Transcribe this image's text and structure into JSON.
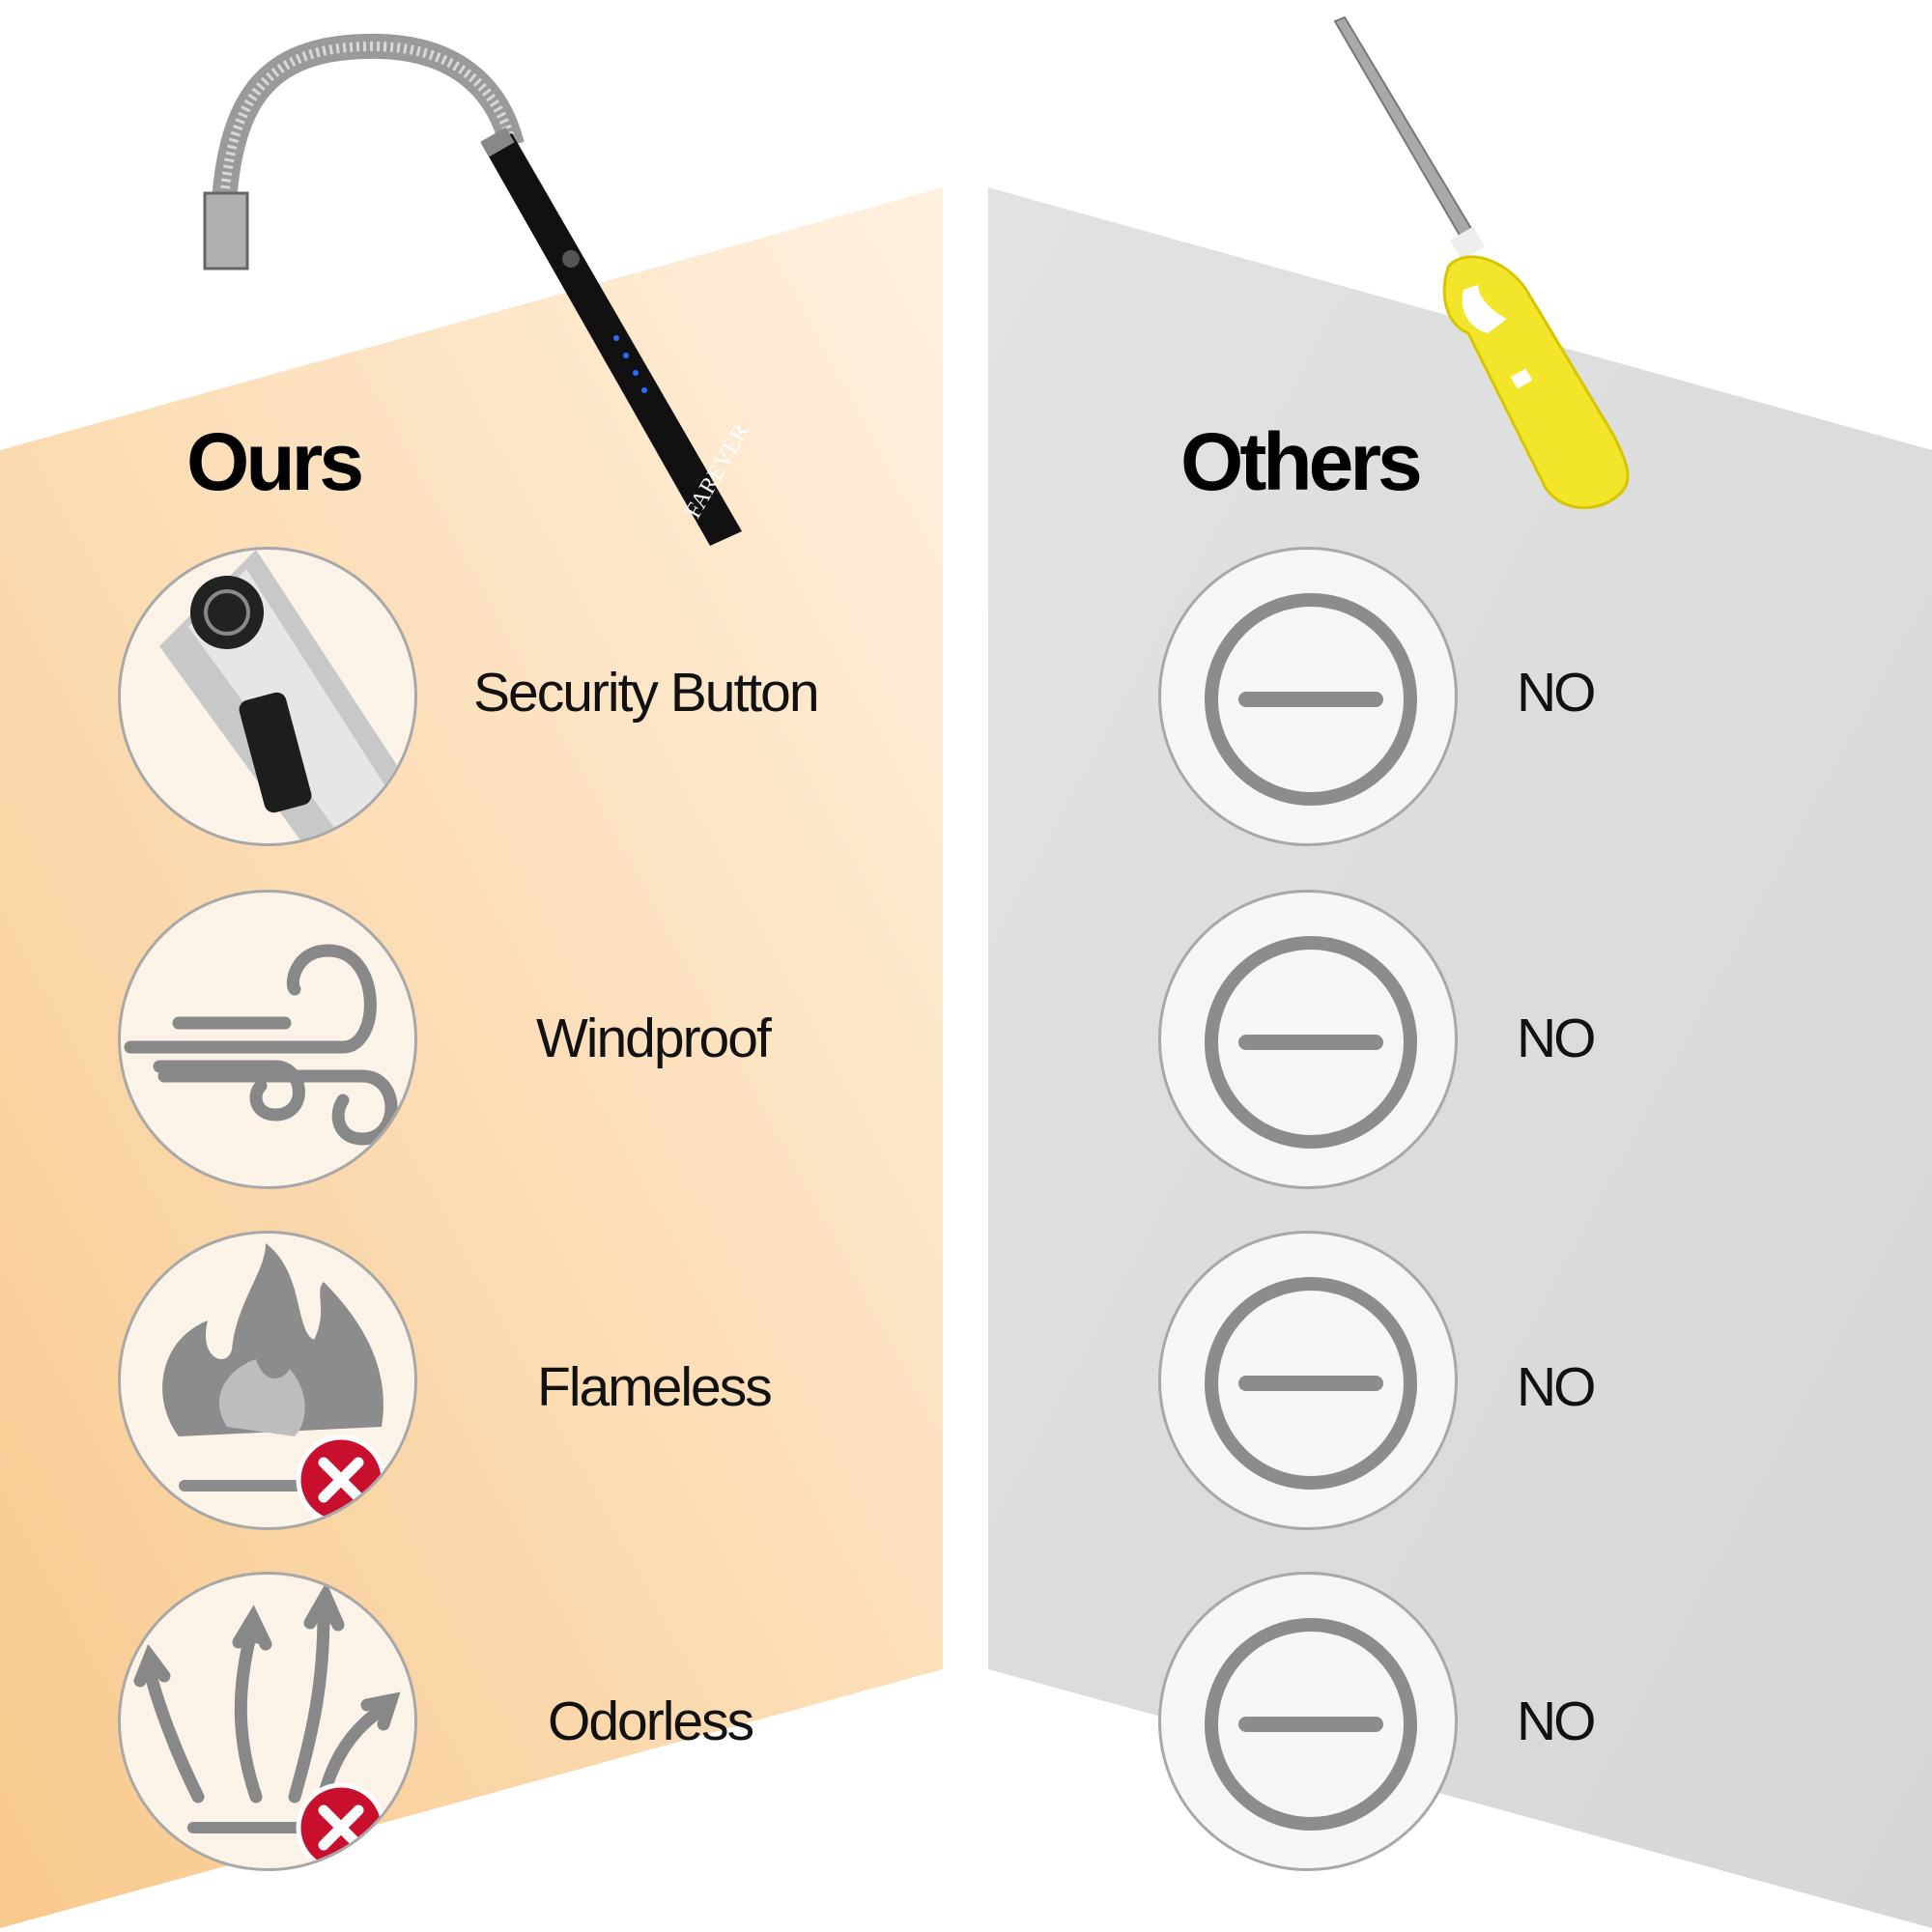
{
  "colors": {
    "ours_panel_start": "#f9cf98",
    "ours_panel_end": "#fdecd6",
    "others_panel": "#e0e0e0",
    "icon_gray": "#8c8c8c",
    "cross_red": "#c8102e"
  },
  "ours": {
    "heading": "Ours",
    "brand": "FAREVER",
    "features": [
      {
        "label": "Security Button",
        "icon": "security-button-icon"
      },
      {
        "label": "Windproof",
        "icon": "wind-icon"
      },
      {
        "label": "Flameless",
        "icon": "flame-crossed-icon"
      },
      {
        "label": "Odorless",
        "icon": "odor-crossed-icon"
      }
    ]
  },
  "others": {
    "heading": "Others",
    "rows": [
      {
        "label": "NO",
        "icon": "minus-circle-icon"
      },
      {
        "label": "NO",
        "icon": "minus-circle-icon"
      },
      {
        "label": "NO",
        "icon": "minus-circle-icon"
      },
      {
        "label": "NO",
        "icon": "minus-circle-icon"
      }
    ]
  }
}
